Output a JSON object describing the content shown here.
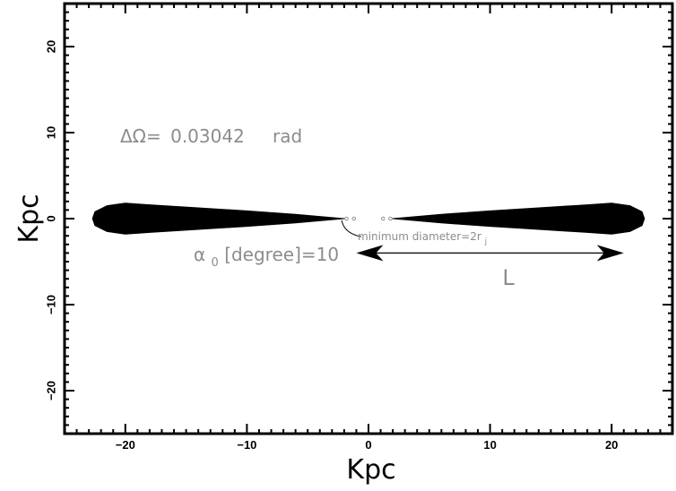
{
  "chart_data": {
    "type": "scatter",
    "xlabel": "Kpc",
    "ylabel": "Kpc",
    "xlim": [
      -25,
      25
    ],
    "ylim": [
      -25,
      25
    ],
    "x_ticks": [
      -20,
      -10,
      0,
      10,
      20
    ],
    "y_ticks": [
      -20,
      -10,
      0,
      10,
      20
    ],
    "x_tick_labels": [
      "−20",
      "−10",
      "0",
      "10",
      "20"
    ],
    "y_tick_labels": [
      "−20",
      "−10",
      "0",
      "10",
      "20"
    ],
    "minor_tick_step": 1,
    "grid": false,
    "lobes": [
      {
        "side": "left",
        "outline": [
          [
            -2,
            0
          ],
          [
            -6,
            0.5
          ],
          [
            -10,
            0.9
          ],
          [
            -14,
            1.25
          ],
          [
            -18,
            1.6
          ],
          [
            -20,
            1.8
          ],
          [
            -21.5,
            1.5
          ],
          [
            -22.5,
            0.8
          ],
          [
            -22.7,
            0
          ],
          [
            -22.5,
            -0.8
          ],
          [
            -21.5,
            -1.5
          ],
          [
            -20,
            -1.8
          ],
          [
            -18,
            -1.6
          ],
          [
            -14,
            -1.25
          ],
          [
            -10,
            -0.9
          ],
          [
            -6,
            -0.5
          ],
          [
            -2,
            0
          ]
        ]
      },
      {
        "side": "right",
        "outline": [
          [
            2,
            0
          ],
          [
            6,
            0.5
          ],
          [
            10,
            0.9
          ],
          [
            14,
            1.25
          ],
          [
            18,
            1.6
          ],
          [
            20,
            1.8
          ],
          [
            21.5,
            1.5
          ],
          [
            22.5,
            0.8
          ],
          [
            22.7,
            0
          ],
          [
            22.5,
            -0.8
          ],
          [
            21.5,
            -1.5
          ],
          [
            20,
            -1.8
          ],
          [
            18,
            -1.6
          ],
          [
            14,
            -1.25
          ],
          [
            10,
            -0.9
          ],
          [
            6,
            -0.5
          ],
          [
            2,
            0
          ]
        ]
      }
    ],
    "core_points": [
      [
        -1.8,
        0
      ],
      [
        -1.2,
        0
      ],
      [
        1.2,
        0
      ],
      [
        1.8,
        0
      ]
    ],
    "annotations": {
      "delta_omega_label": "ΔΩ=",
      "delta_omega_value": "0.03042",
      "delta_omega_unit": "rad",
      "alpha_symbol": "α",
      "alpha_subscript": "0",
      "alpha_rest": "[degree]=10",
      "min_diameter_text": "minimum diameter=2r",
      "min_diameter_subscript": "j",
      "length_label": "L",
      "length_arrow": {
        "from": [
          -1,
          -4
        ],
        "to": [
          21,
          -4
        ]
      }
    }
  }
}
